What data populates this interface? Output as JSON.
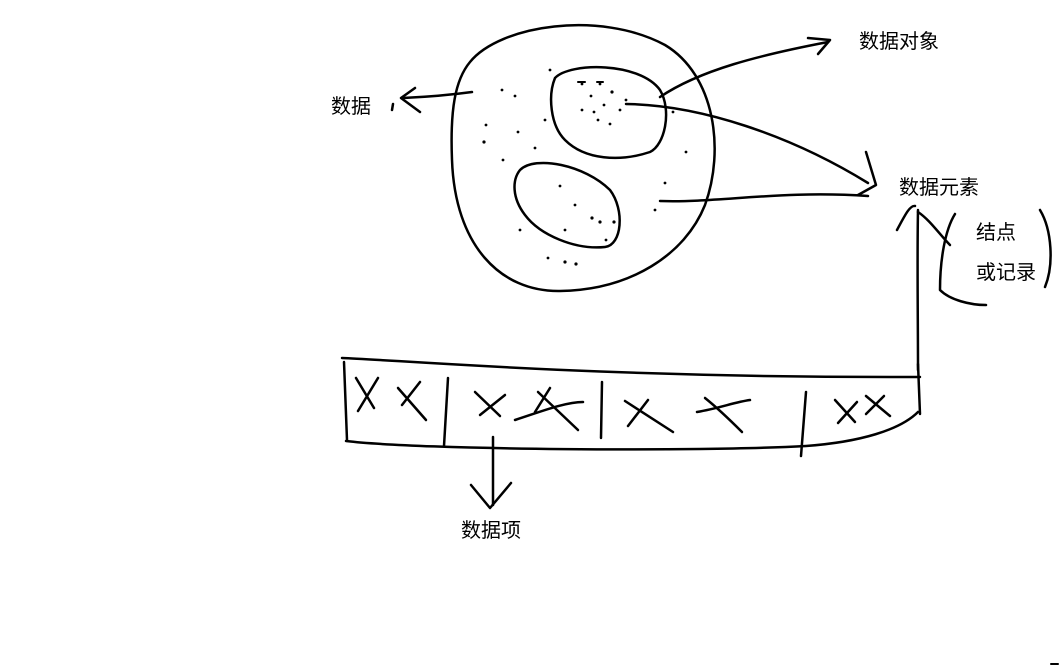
{
  "labels": {
    "data": "数据",
    "data_object": "数据对象",
    "data_element": "数据元素",
    "node": "结点",
    "or_record": "或记录",
    "data_item": "数据项"
  },
  "record_strip": {
    "cells": [
      {
        "marks": [
          "X",
          "X"
        ]
      },
      {
        "marks": [
          "X",
          "X"
        ]
      },
      {
        "marks": [
          "X",
          "X"
        ]
      },
      {
        "marks": [
          "X",
          "X"
        ]
      }
    ]
  },
  "colors": {
    "ink": "#000000",
    "background": "#ffffff"
  }
}
